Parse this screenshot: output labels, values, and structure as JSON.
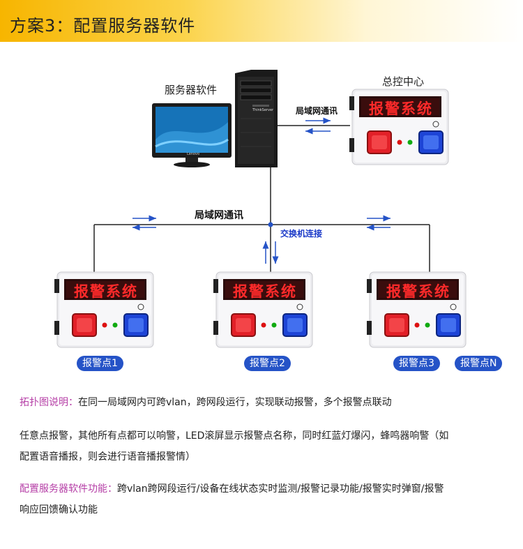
{
  "header": {
    "title": "方案3：配置服务器软件"
  },
  "diagram": {
    "server_label": "服务器软件",
    "control_center_label": "总控中心",
    "lan_label_top": "局域网通讯",
    "lan_label_main": "局域网通讯",
    "switch_label": "交换机连接",
    "led_text": "报警系统",
    "monitor_brand": "Lenovo",
    "tower_brand": "ThinkServer",
    "alarm_points": [
      "报警点1",
      "报警点2",
      "报警点3",
      "报警点N"
    ]
  },
  "description": {
    "topology_label": "拓扑图说明：",
    "topology_text": "在同一局域网内可跨vlan，跨网段运行，实现联动报警，多个报警点联动",
    "alarm_line1": "任意点报警，其他所有点都可以响警，LED滚屏显示报警点名称，同时红蓝灯爆闪，蜂鸣器响警（如",
    "alarm_line2": "配置语音播报，则会进行语音播报警情）",
    "software_label": "配置服务器软件功能：",
    "software_text1": "跨vlan跨网段运行/设备在线状态实时监测/报警记录功能/报警实时弹窗/报警",
    "software_text2": "响应回馈确认功能"
  },
  "colors": {
    "accent_blue": "#2553c7",
    "led_red": "#d9141c",
    "highlight": "#b53ea6"
  }
}
